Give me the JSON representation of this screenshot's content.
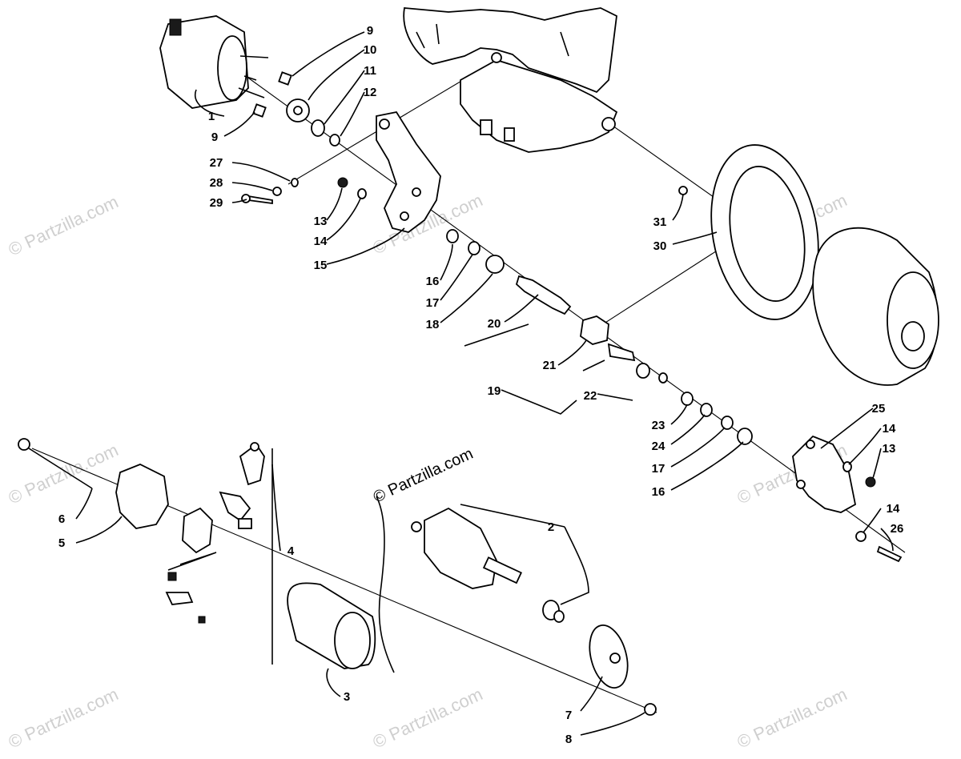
{
  "watermark": "© Partzilla.com",
  "copyright_text": "© Partzilla.com",
  "part_labels": [
    "1",
    "2",
    "3",
    "4",
    "5",
    "6",
    "7",
    "8",
    "9",
    "9",
    "10",
    "11",
    "12",
    "13",
    "13",
    "14",
    "14",
    "14",
    "15",
    "16",
    "16",
    "17",
    "17",
    "18",
    "19",
    "20",
    "21",
    "22",
    "23",
    "24",
    "25",
    "26",
    "27",
    "28",
    "29",
    "30",
    "31"
  ]
}
